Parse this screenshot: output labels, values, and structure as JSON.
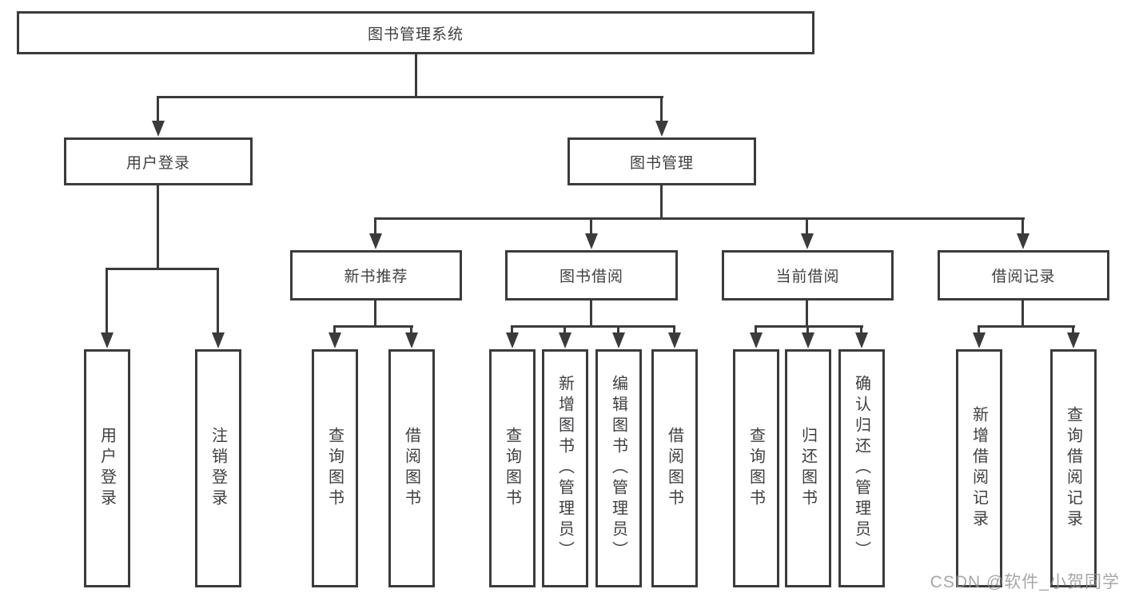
{
  "diagram": {
    "root": {
      "label": "图书管理系统"
    },
    "level2": [
      {
        "label": "用户登录"
      },
      {
        "label": "图书管理"
      }
    ],
    "level3": [
      {
        "label": "新书推荐"
      },
      {
        "label": "图书借阅"
      },
      {
        "label": "当前借阅"
      },
      {
        "label": "借阅记录"
      }
    ],
    "leaves": {
      "user_login": [
        "用户登录",
        "注销登录"
      ],
      "new_books": [
        "查询图书",
        "借阅图书"
      ],
      "book_borrow": [
        "查询图书",
        "新增图书（管理员）",
        "编辑图书（管理员）",
        "借阅图书"
      ],
      "current_borrow": [
        "查询图书",
        "归还图书",
        "确认归还（管理员）"
      ],
      "borrow_records": [
        "新增借阅记录",
        "查询借阅记录"
      ]
    }
  },
  "watermark": {
    "text": "CSDN @软件_小贺同学"
  },
  "colors": {
    "line": "#3b3b3d",
    "text": "#3f3f42",
    "watermark": "#919191",
    "background": "#ffffff"
  }
}
